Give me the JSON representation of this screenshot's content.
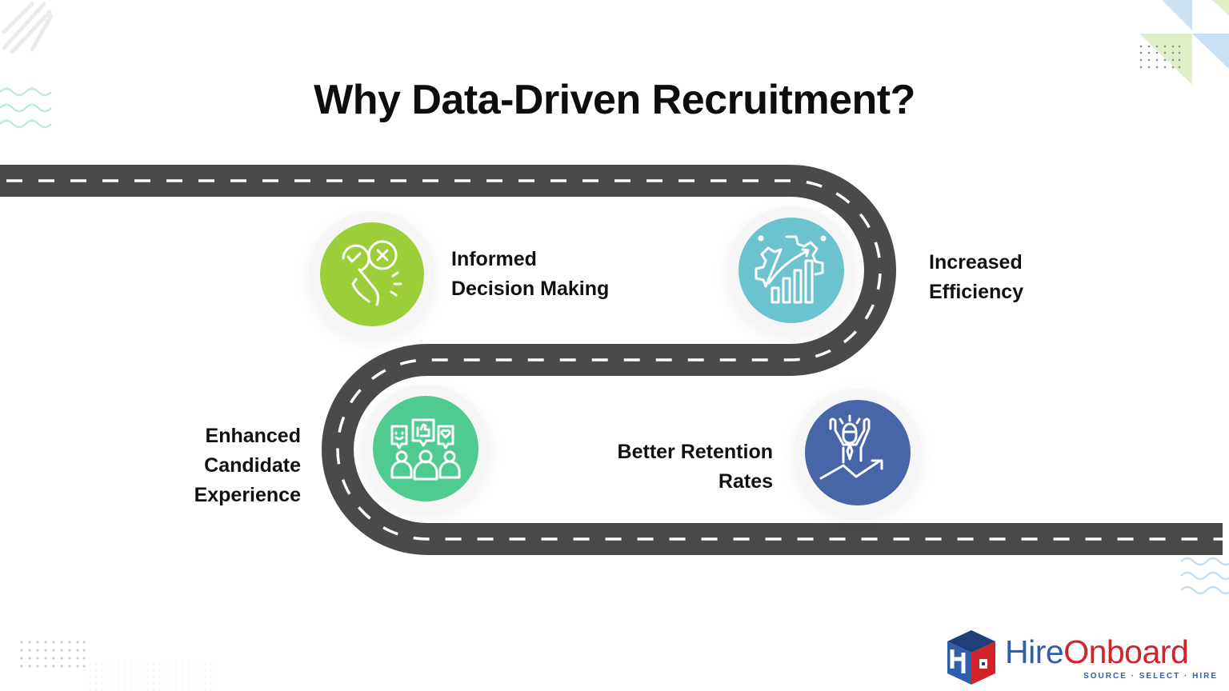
{
  "title": "Why Data-Driven Recruitment?",
  "colors": {
    "road": "#4a4a4a",
    "road_dash": "#ffffff",
    "green": "#9bcf3a",
    "teal": "#6cc3d0",
    "mint": "#4fcb8f",
    "blue": "#4766a8",
    "logo_blue": "#2e5fa8",
    "logo_red": "#d1232a"
  },
  "milestones": [
    {
      "id": "informed",
      "lines": [
        "Informed",
        "Decision Making"
      ],
      "icon": "hand-choose-check-cross-icon",
      "color": "#9bcf3a"
    },
    {
      "id": "efficiency",
      "lines": [
        "Increased",
        "Efficiency"
      ],
      "icon": "gear-bar-chart-growth-icon",
      "color": "#6cc3d0"
    },
    {
      "id": "candidate",
      "lines": [
        "Enhanced",
        "Candidate",
        "Experience"
      ],
      "icon": "people-feedback-bubbles-icon",
      "color": "#4fcb8f"
    },
    {
      "id": "retention",
      "lines": [
        "Better Retention",
        "Rates"
      ],
      "icon": "celebrating-person-growth-arrow-icon",
      "color": "#4766a8"
    }
  ],
  "logo": {
    "part1": "Hire",
    "part2": "Onboard",
    "tagline": "SOURCE · SELECT · HIRE"
  }
}
